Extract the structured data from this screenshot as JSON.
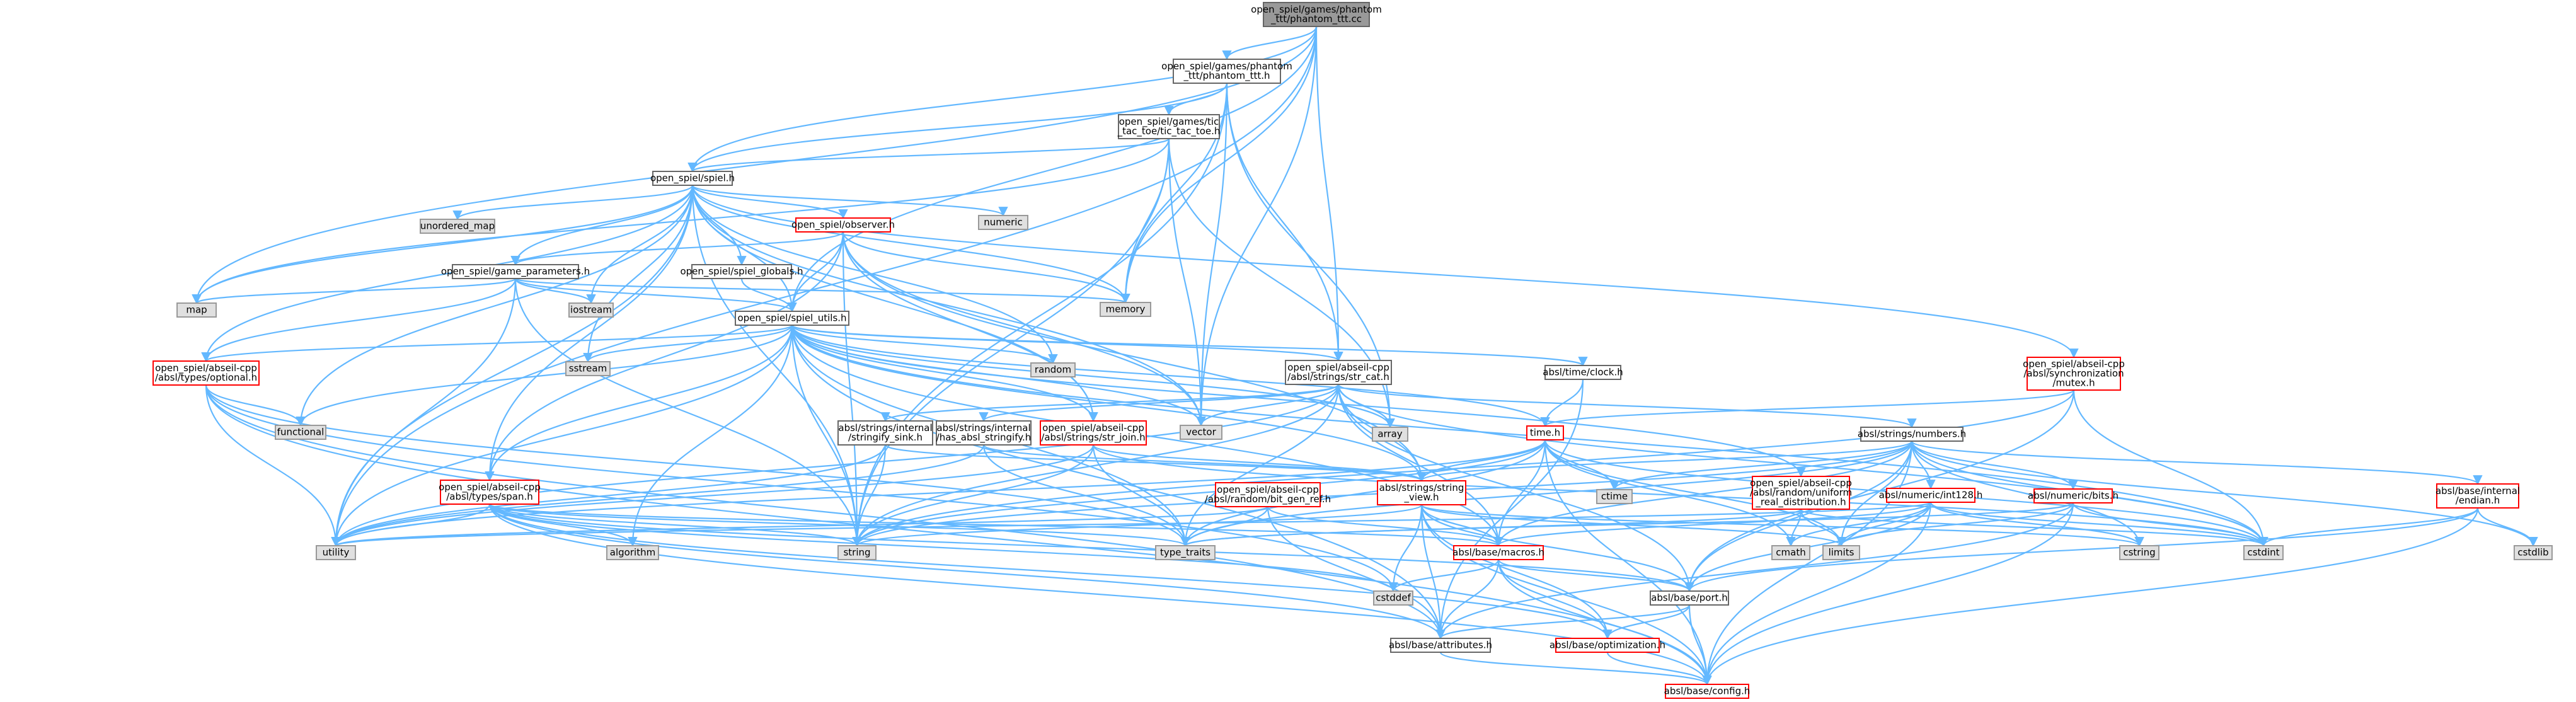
{
  "colors": {
    "edge": "#63b8ff",
    "root_fill": "#999999",
    "box_fill": "#ffffff",
    "box_border": "#666666",
    "red_border": "#ff0000",
    "system_fill": "#e0e0e0",
    "system_border": "#999999"
  },
  "nodes": [
    {
      "id": "root",
      "lines": [
        "open_spiel/games/phantom",
        "_ttt/phantom_ttt.cc"
      ],
      "kind": "root"
    },
    {
      "id": "phantom_h",
      "lines": [
        "open_spiel/games/phantom",
        "_ttt/phantom_ttt.h"
      ],
      "kind": "normal"
    },
    {
      "id": "tictactoe",
      "lines": [
        "open_spiel/games/tic",
        "_tac_toe/tic_tac_toe.h"
      ],
      "kind": "normal"
    },
    {
      "id": "spiel",
      "lines": [
        "open_spiel/spiel.h"
      ],
      "kind": "normal"
    },
    {
      "id": "unordered_map",
      "lines": [
        "unordered_map"
      ],
      "kind": "system"
    },
    {
      "id": "numeric",
      "lines": [
        "numeric"
      ],
      "kind": "system"
    },
    {
      "id": "observer",
      "lines": [
        "open_spiel/observer.h"
      ],
      "kind": "red"
    },
    {
      "id": "game_params",
      "lines": [
        "open_spiel/game_parameters.h"
      ],
      "kind": "normal"
    },
    {
      "id": "globals",
      "lines": [
        "open_spiel/spiel_globals.h"
      ],
      "kind": "normal"
    },
    {
      "id": "map",
      "lines": [
        "map"
      ],
      "kind": "system"
    },
    {
      "id": "iostream",
      "lines": [
        "iostream"
      ],
      "kind": "system"
    },
    {
      "id": "memory",
      "lines": [
        "memory"
      ],
      "kind": "system"
    },
    {
      "id": "utils",
      "lines": [
        "open_spiel/spiel_utils.h"
      ],
      "kind": "normal"
    },
    {
      "id": "optional",
      "lines": [
        "open_spiel/abseil-cpp",
        "/absl/types/optional.h"
      ],
      "kind": "red"
    },
    {
      "id": "sstream",
      "lines": [
        "sstream"
      ],
      "kind": "system"
    },
    {
      "id": "functional",
      "lines": [
        "functional"
      ],
      "kind": "system"
    },
    {
      "id": "random",
      "lines": [
        "random"
      ],
      "kind": "system"
    },
    {
      "id": "str_cat",
      "lines": [
        "open_spiel/abseil-cpp",
        "/absl/strings/str_cat.h"
      ],
      "kind": "normal"
    },
    {
      "id": "vector",
      "lines": [
        "vector"
      ],
      "kind": "system"
    },
    {
      "id": "array",
      "lines": [
        "array"
      ],
      "kind": "system"
    },
    {
      "id": "clock",
      "lines": [
        "absl/time/clock.h"
      ],
      "kind": "normal"
    },
    {
      "id": "mutex",
      "lines": [
        "open_spiel/abseil-cpp",
        "/absl/synchronization",
        "/mutex.h"
      ],
      "kind": "red"
    },
    {
      "id": "stringify_sink",
      "lines": [
        "absl/strings/internal",
        "/stringify_sink.h"
      ],
      "kind": "normal"
    },
    {
      "id": "has_stringify",
      "lines": [
        "absl/strings/internal",
        "/has_absl_stringify.h"
      ],
      "kind": "normal"
    },
    {
      "id": "str_join",
      "lines": [
        "open_spiel/abseil-cpp",
        "/absl/strings/str_join.h"
      ],
      "kind": "red"
    },
    {
      "id": "time",
      "lines": [
        "time.h"
      ],
      "kind": "red"
    },
    {
      "id": "numbers",
      "lines": [
        "absl/strings/numbers.h"
      ],
      "kind": "normal"
    },
    {
      "id": "span",
      "lines": [
        "open_spiel/abseil-cpp",
        "/absl/types/span.h"
      ],
      "kind": "red"
    },
    {
      "id": "string_view",
      "lines": [
        "absl/strings/string",
        "_view.h"
      ],
      "kind": "red"
    },
    {
      "id": "ctime",
      "lines": [
        "ctime"
      ],
      "kind": "system"
    },
    {
      "id": "bit_gen_ref",
      "lines": [
        "open_spiel/abseil-cpp",
        "/absl/random/bit_gen_ref.h"
      ],
      "kind": "red"
    },
    {
      "id": "uniform_real",
      "lines": [
        "open_spiel/abseil-cpp",
        "/absl/random/uniform",
        "_real_distribution.h"
      ],
      "kind": "red"
    },
    {
      "id": "int128",
      "lines": [
        "absl/numeric/int128.h"
      ],
      "kind": "red"
    },
    {
      "id": "bits",
      "lines": [
        "absl/numeric/bits.h"
      ],
      "kind": "red"
    },
    {
      "id": "endian",
      "lines": [
        "absl/base/internal",
        "/endian.h"
      ],
      "kind": "red"
    },
    {
      "id": "utility",
      "lines": [
        "utility"
      ],
      "kind": "system"
    },
    {
      "id": "algorithm",
      "lines": [
        "algorithm"
      ],
      "kind": "system"
    },
    {
      "id": "string",
      "lines": [
        "string"
      ],
      "kind": "system"
    },
    {
      "id": "type_traits",
      "lines": [
        "type_traits"
      ],
      "kind": "system"
    },
    {
      "id": "macros",
      "lines": [
        "absl/base/macros.h"
      ],
      "kind": "red"
    },
    {
      "id": "cmath",
      "lines": [
        "cmath"
      ],
      "kind": "system"
    },
    {
      "id": "limits",
      "lines": [
        "limits"
      ],
      "kind": "system"
    },
    {
      "id": "cstring",
      "lines": [
        "cstring"
      ],
      "kind": "system"
    },
    {
      "id": "cstdint",
      "lines": [
        "cstdint"
      ],
      "kind": "system"
    },
    {
      "id": "cstdlib",
      "lines": [
        "cstdlib"
      ],
      "kind": "system"
    },
    {
      "id": "cstddef",
      "lines": [
        "cstddef"
      ],
      "kind": "system"
    },
    {
      "id": "port",
      "lines": [
        "absl/base/port.h"
      ],
      "kind": "normal"
    },
    {
      "id": "attributes",
      "lines": [
        "absl/base/attributes.h"
      ],
      "kind": "normal"
    },
    {
      "id": "optimization",
      "lines": [
        "absl/base/optimization.h"
      ],
      "kind": "red"
    },
    {
      "id": "config",
      "lines": [
        "absl/base/config.h"
      ],
      "kind": "red"
    }
  ],
  "edges": [
    [
      "root",
      "phantom_h"
    ],
    [
      "root",
      "spiel"
    ],
    [
      "root",
      "utils"
    ],
    [
      "root",
      "memory"
    ],
    [
      "root",
      "vector"
    ],
    [
      "root",
      "utility"
    ],
    [
      "root",
      "str_cat"
    ],
    [
      "root",
      "map"
    ],
    [
      "phantom_h",
      "tictactoe"
    ],
    [
      "phantom_h",
      "spiel"
    ],
    [
      "phantom_h",
      "memory"
    ],
    [
      "phantom_h",
      "vector"
    ],
    [
      "phantom_h",
      "array"
    ],
    [
      "phantom_h",
      "string"
    ],
    [
      "phantom_h",
      "str_cat"
    ],
    [
      "tictactoe",
      "spiel"
    ],
    [
      "tictactoe",
      "memory"
    ],
    [
      "tictactoe",
      "vector"
    ],
    [
      "tictactoe",
      "array"
    ],
    [
      "tictactoe",
      "map"
    ],
    [
      "tictactoe",
      "string"
    ],
    [
      "spiel",
      "unordered_map"
    ],
    [
      "spiel",
      "numeric"
    ],
    [
      "spiel",
      "observer"
    ],
    [
      "spiel",
      "game_params"
    ],
    [
      "spiel",
      "globals"
    ],
    [
      "spiel",
      "map"
    ],
    [
      "spiel",
      "iostream"
    ],
    [
      "spiel",
      "memory"
    ],
    [
      "spiel",
      "utils"
    ],
    [
      "spiel",
      "optional"
    ],
    [
      "spiel",
      "sstream"
    ],
    [
      "spiel",
      "functional"
    ],
    [
      "spiel",
      "random"
    ],
    [
      "spiel",
      "str_join"
    ],
    [
      "spiel",
      "vector"
    ],
    [
      "spiel",
      "span"
    ],
    [
      "spiel",
      "mutex"
    ],
    [
      "spiel",
      "string"
    ],
    [
      "spiel",
      "utility"
    ],
    [
      "observer",
      "game_params"
    ],
    [
      "observer",
      "utils"
    ],
    [
      "observer",
      "memory"
    ],
    [
      "observer",
      "vector"
    ],
    [
      "observer",
      "string"
    ],
    [
      "observer",
      "span"
    ],
    [
      "observer",
      "str_join"
    ],
    [
      "observer",
      "string_view"
    ],
    [
      "game_params",
      "map"
    ],
    [
      "game_params",
      "utils"
    ],
    [
      "game_params",
      "optional"
    ],
    [
      "game_params",
      "iostream"
    ],
    [
      "game_params",
      "string"
    ],
    [
      "game_params",
      "memory"
    ],
    [
      "game_params",
      "utility"
    ],
    [
      "globals",
      "utils"
    ],
    [
      "utils",
      "optional"
    ],
    [
      "utils",
      "sstream"
    ],
    [
      "utils",
      "functional"
    ],
    [
      "utils",
      "random"
    ],
    [
      "utils",
      "str_cat"
    ],
    [
      "utils",
      "vector"
    ],
    [
      "utils",
      "array"
    ],
    [
      "utils",
      "clock"
    ],
    [
      "utils",
      "time"
    ],
    [
      "utils",
      "uniform_real"
    ],
    [
      "utils",
      "span"
    ],
    [
      "utils",
      "str_join"
    ],
    [
      "utils",
      "string_view"
    ],
    [
      "utils",
      "algorithm"
    ],
    [
      "utils",
      "string"
    ],
    [
      "utils",
      "type_traits"
    ],
    [
      "utils",
      "utility"
    ],
    [
      "utils",
      "cstdint"
    ],
    [
      "utils",
      "attributes"
    ],
    [
      "utils",
      "macros"
    ],
    [
      "optional",
      "functional"
    ],
    [
      "optional",
      "type_traits"
    ],
    [
      "optional",
      "utility"
    ],
    [
      "optional",
      "attributes"
    ],
    [
      "optional",
      "config"
    ],
    [
      "optional",
      "cstddef"
    ],
    [
      "str_cat",
      "vector"
    ],
    [
      "str_cat",
      "array"
    ],
    [
      "str_cat",
      "stringify_sink"
    ],
    [
      "str_cat",
      "has_stringify"
    ],
    [
      "str_cat",
      "numbers"
    ],
    [
      "str_cat",
      "string_view"
    ],
    [
      "str_cat",
      "string"
    ],
    [
      "str_cat",
      "type_traits"
    ],
    [
      "str_cat",
      "utility"
    ],
    [
      "str_cat",
      "cstdint"
    ],
    [
      "str_cat",
      "port"
    ],
    [
      "str_cat",
      "macros"
    ],
    [
      "clock",
      "time"
    ],
    [
      "clock",
      "attributes"
    ],
    [
      "mutex",
      "time"
    ],
    [
      "mutex",
      "cstdint"
    ],
    [
      "mutex",
      "port"
    ],
    [
      "mutex",
      "string"
    ],
    [
      "stringify_sink",
      "string"
    ],
    [
      "stringify_sink",
      "string_view"
    ],
    [
      "stringify_sink",
      "utility"
    ],
    [
      "has_stringify",
      "string_view"
    ],
    [
      "has_stringify",
      "type_traits"
    ],
    [
      "has_stringify",
      "utility"
    ],
    [
      "str_join",
      "string_view"
    ],
    [
      "str_join",
      "string"
    ],
    [
      "str_join",
      "type_traits"
    ],
    [
      "str_join",
      "utility"
    ],
    [
      "str_join",
      "cstdint"
    ],
    [
      "time",
      "ctime"
    ],
    [
      "time",
      "cmath"
    ],
    [
      "time",
      "cstdint"
    ],
    [
      "time",
      "string"
    ],
    [
      "time",
      "string_view"
    ],
    [
      "time",
      "limits"
    ],
    [
      "time",
      "macros"
    ],
    [
      "time",
      "type_traits"
    ],
    [
      "time",
      "utility"
    ],
    [
      "time",
      "config"
    ],
    [
      "numbers",
      "string_view"
    ],
    [
      "numbers",
      "int128"
    ],
    [
      "numbers",
      "bits"
    ],
    [
      "numbers",
      "endian"
    ],
    [
      "numbers",
      "macros"
    ],
    [
      "numbers",
      "port"
    ],
    [
      "numbers",
      "config"
    ],
    [
      "numbers",
      "cstdint"
    ],
    [
      "numbers",
      "cstring"
    ],
    [
      "numbers",
      "cstdlib"
    ],
    [
      "numbers",
      "limits"
    ],
    [
      "numbers",
      "ctime"
    ],
    [
      "numbers",
      "string"
    ],
    [
      "numbers",
      "type_traits"
    ],
    [
      "span",
      "algorithm"
    ],
    [
      "span",
      "cstddef"
    ],
    [
      "span",
      "string"
    ],
    [
      "span",
      "type_traits"
    ],
    [
      "span",
      "utility"
    ],
    [
      "span",
      "attributes"
    ],
    [
      "span",
      "macros"
    ],
    [
      "span",
      "port"
    ],
    [
      "span",
      "optimization"
    ],
    [
      "span",
      "config"
    ],
    [
      "string_view",
      "cstddef"
    ],
    [
      "string_view",
      "cstring"
    ],
    [
      "string_view",
      "string"
    ],
    [
      "string_view",
      "limits"
    ],
    [
      "string_view",
      "macros"
    ],
    [
      "string_view",
      "port"
    ],
    [
      "string_view",
      "attributes"
    ],
    [
      "string_view",
      "optimization"
    ],
    [
      "string_view",
      "config"
    ],
    [
      "bit_gen_ref",
      "macros"
    ],
    [
      "bit_gen_ref",
      "attributes"
    ],
    [
      "bit_gen_ref",
      "type_traits"
    ],
    [
      "bit_gen_ref",
      "utility"
    ],
    [
      "uniform_real",
      "cmath"
    ],
    [
      "uniform_real",
      "limits"
    ],
    [
      "uniform_real",
      "type_traits"
    ],
    [
      "uniform_real",
      "cstdint"
    ],
    [
      "int128",
      "cmath"
    ],
    [
      "int128",
      "cstdint"
    ],
    [
      "int128",
      "cstring"
    ],
    [
      "int128",
      "limits"
    ],
    [
      "int128",
      "utility"
    ],
    [
      "int128",
      "macros"
    ],
    [
      "int128",
      "port"
    ],
    [
      "int128",
      "config"
    ],
    [
      "bits",
      "cstdint"
    ],
    [
      "bits",
      "limits"
    ],
    [
      "bits",
      "type_traits"
    ],
    [
      "bits",
      "attributes"
    ],
    [
      "bits",
      "config"
    ],
    [
      "endian",
      "cstdint"
    ],
    [
      "endian",
      "cstdlib"
    ],
    [
      "endian",
      "port"
    ],
    [
      "endian",
      "config"
    ],
    [
      "macros",
      "cstddef"
    ],
    [
      "macros",
      "attributes"
    ],
    [
      "macros",
      "optimization"
    ],
    [
      "macros",
      "port"
    ],
    [
      "macros",
      "config"
    ],
    [
      "port",
      "attributes"
    ],
    [
      "port",
      "optimization"
    ],
    [
      "port",
      "config"
    ],
    [
      "attributes",
      "config"
    ],
    [
      "optimization",
      "config"
    ]
  ]
}
